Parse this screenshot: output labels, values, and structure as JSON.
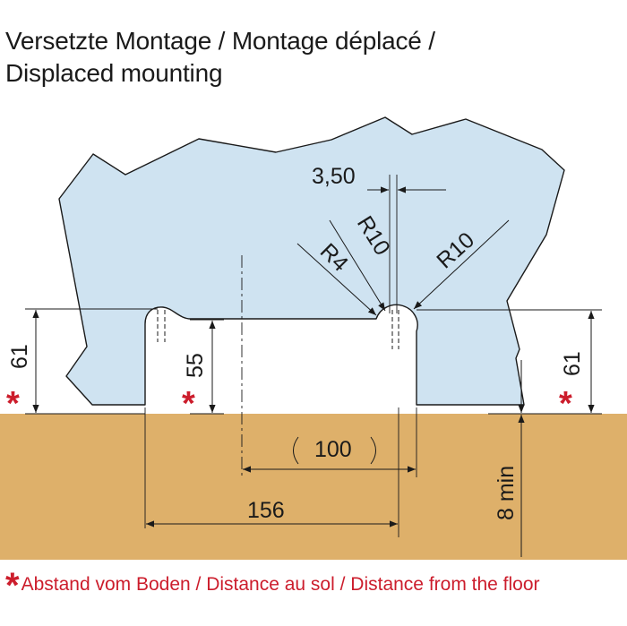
{
  "title": {
    "line1": "Versetzte Montage / Montage déplacé /",
    "line2": "Displaced mounting"
  },
  "dimensions": {
    "d_61_left": "61",
    "d_55": "55",
    "d_61_right": "61",
    "d_3_50": "3,50",
    "r4": "R4",
    "r10_a": "R10",
    "r10_b": "R10",
    "d_100": "100",
    "d_156": "156",
    "d_8min": "8 min"
  },
  "marker": "*",
  "footnote": {
    "star": "*",
    "text": "Abstand vom Boden / Distance au sol / Distance from the floor"
  },
  "colors": {
    "glass": "#cfe3f1",
    "floor": "#deb06a",
    "accent": "#cc1d2c",
    "line": "#1a1a1a"
  }
}
